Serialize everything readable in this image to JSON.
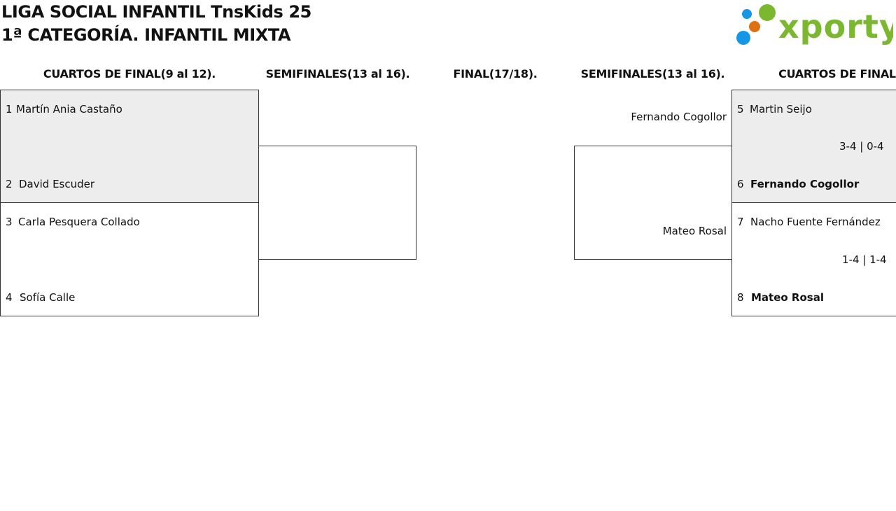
{
  "header": {
    "title_line1": "LIGA SOCIAL INFANTIL TnsKids 25",
    "title_line2": "1ª CATEGORÍA. INFANTIL MIXTA"
  },
  "logo": {
    "text": "xporty",
    "colors": {
      "green": "#7cb82f",
      "blue": "#1597e5",
      "orange": "#e06f12"
    }
  },
  "columns": {
    "left_quarters": "CUARTOS DE FINAL(9 al 12).",
    "left_semis": "SEMIFINALES(13 al 16).",
    "final": "FINAL(17/18).",
    "right_semis": "SEMIFINALES(13 al 16).",
    "right_quarters": "CUARTOS DE FINAL"
  },
  "left_quarters": [
    {
      "top": {
        "seed": "1",
        "name": "Martín Ania Castaño"
      },
      "bottom": {
        "seed": "2",
        "name": "David Escuder"
      }
    },
    {
      "top": {
        "seed": "3",
        "name": "Carla Pesquera Collado"
      },
      "bottom": {
        "seed": "4",
        "name": "Sofía Calle"
      }
    }
  ],
  "right_quarters": [
    {
      "top": {
        "seed": "5",
        "name": "Martin Seijo"
      },
      "score": "3-4 | 0-4",
      "bottom": {
        "seed": "6",
        "name": "Fernando Cogollor"
      }
    },
    {
      "top": {
        "seed": "7",
        "name": "Nacho Fuente Fernández"
      },
      "score": "1-4 | 1-4",
      "bottom": {
        "seed": "8",
        "name": "Mateo Rosal"
      }
    }
  ],
  "right_semis": {
    "top_player": "Fernando Cogollor",
    "bottom_player": "Mateo Rosal"
  }
}
